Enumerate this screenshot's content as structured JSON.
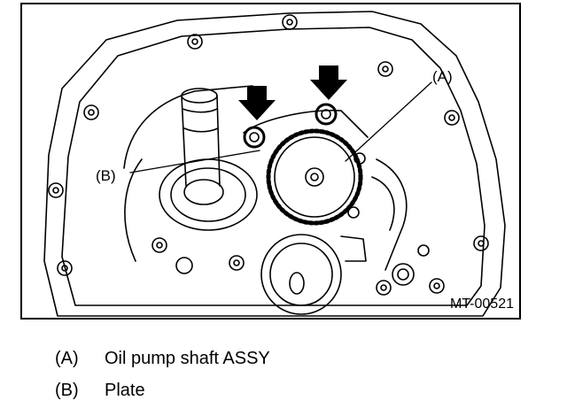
{
  "figure": {
    "code": "MT-00521",
    "callouts": {
      "a": "(A)",
      "b": "(B)"
    }
  },
  "legend": [
    {
      "key": "(A)",
      "text": "Oil pump shaft ASSY"
    },
    {
      "key": "(B)",
      "text": "Plate"
    }
  ]
}
